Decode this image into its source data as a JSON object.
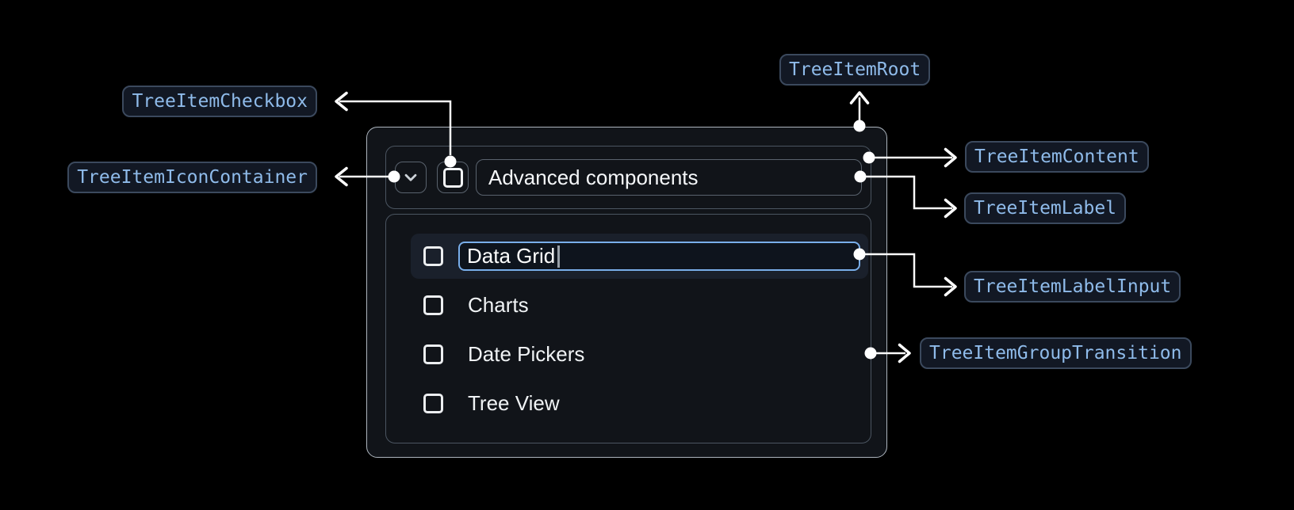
{
  "annotations": {
    "checkbox": {
      "label": "TreeItemCheckbox"
    },
    "icon_container": {
      "label": "TreeItemIconContainer"
    },
    "root": {
      "label": "TreeItemRoot"
    },
    "content": {
      "label": "TreeItemContent"
    },
    "label": {
      "label": "TreeItemLabel"
    },
    "label_input": {
      "label": "TreeItemLabelInput"
    },
    "group_transition": {
      "label": "TreeItemGroupTransition"
    }
  },
  "tree": {
    "parent": {
      "label": "Advanced components",
      "expanded": true,
      "checked": false
    },
    "editing_item": {
      "value": "Data Grid",
      "selected": true,
      "checked": false
    },
    "items": [
      {
        "label": "Charts",
        "checked": false
      },
      {
        "label": "Date Pickers",
        "checked": false
      },
      {
        "label": "Tree View",
        "checked": false
      }
    ]
  },
  "icons": {
    "expand": "chevron-down",
    "checkbox_state": "unchecked"
  },
  "colors": {
    "page_background": "#000000",
    "root_background": "#111419",
    "root_border": "#aeb6bf",
    "inner_border": "#4b5561",
    "selected_row_background": "#1a202b",
    "input_focus_border": "#79aeea",
    "annotation_text": "#8fbbea",
    "annotation_border": "#3b495d",
    "annotation_background": "#121824",
    "connector": "#ffffff",
    "tree_text": "#f2f4f6"
  }
}
